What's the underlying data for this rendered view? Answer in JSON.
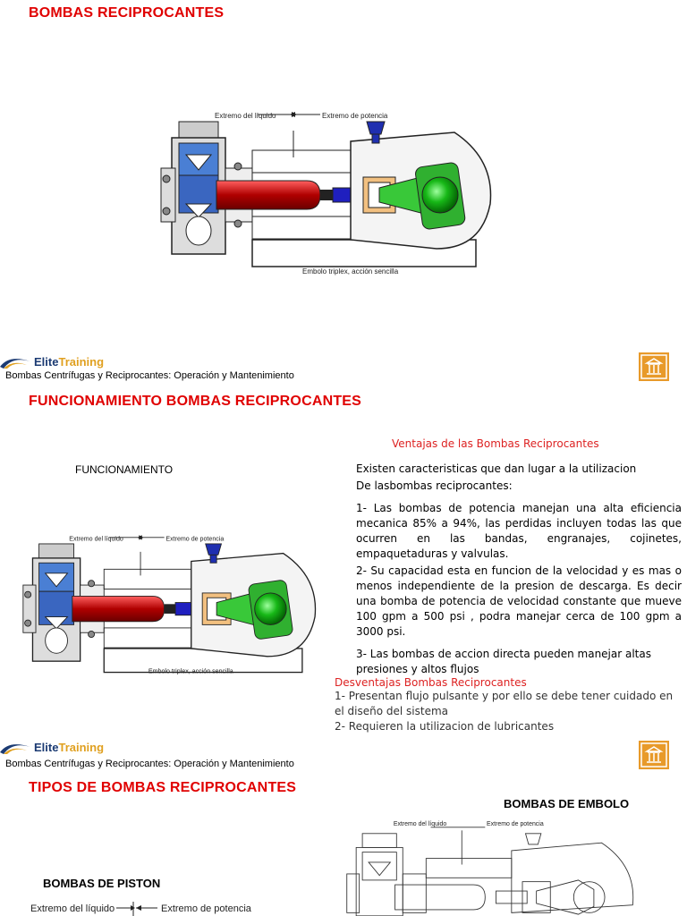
{
  "slides": [
    {
      "title": "BOMBAS RECIPROCANTES",
      "diagram": {
        "label_liquid": "Extremo del líquido",
        "label_power": "Extremo de potencia",
        "caption": "Embolo triplex, acción sencilla"
      }
    },
    {
      "title": "FUNCIONAMIENTO BOMBAS RECIPROCANTES",
      "left_heading": "FUNCIONAMIENTO",
      "diagram": {
        "label_liquid": "Extremo del líquido",
        "label_power": "Extremo de potencia",
        "caption": "Embolo triplex, acción sencilla"
      },
      "advantages_title": "Ventajas de las Bombas Reciprocantes",
      "intro": [
        "Existen caracteristicas que dan lugar a la utilizacion",
        "De lasbombas reciprocantes:"
      ],
      "point1": "1- Las bombas de potencia manejan una alta eficiencia mecanica 85% a 94%, las perdidas incluyen todas las que ocurren en las bandas, engranajes, cojinetes, empaquetaduras y valvulas.",
      "point2": "2- Su capacidad esta en funcion de la velocidad y es mas o menos independiente de la presion de descarga. Es decir una bomba de potencia de velocidad constante que mueve 100 gpm a 500 psi , podra manejar cerca de 100 gpm a 3000 psi.",
      "point3": "3- Las bombas de accion directa pueden manejar altas presiones y altos flujos",
      "disadvantages_title": "Desventajas Bombas Reciprocantes",
      "dis1": "1- Presentan flujo pulsante y por ello se debe tener cuidado en el diseño del sistema",
      "dis2": "2- Requieren la utilizacion de lubricantes"
    },
    {
      "title": "TIPOS DE BOMBAS RECIPROCANTES",
      "left_heading": "BOMBAS DE PISTON",
      "right_heading": "BOMBAS DE EMBOLO",
      "diagram": {
        "label_liquid": "Extremo del líquido",
        "label_power": "Extremo de potencia"
      }
    }
  ],
  "footer": {
    "brand_a": "Elite",
    "brand_b": "Training",
    "text": "Bombas Centrífugas y Reciprocantes: Operación y Mantenimiento"
  },
  "colors": {
    "title": "#e00000",
    "brand_blue": "#1c3b73",
    "brand_orange": "#e0a020",
    "icon_orange": "#e89a2a"
  }
}
